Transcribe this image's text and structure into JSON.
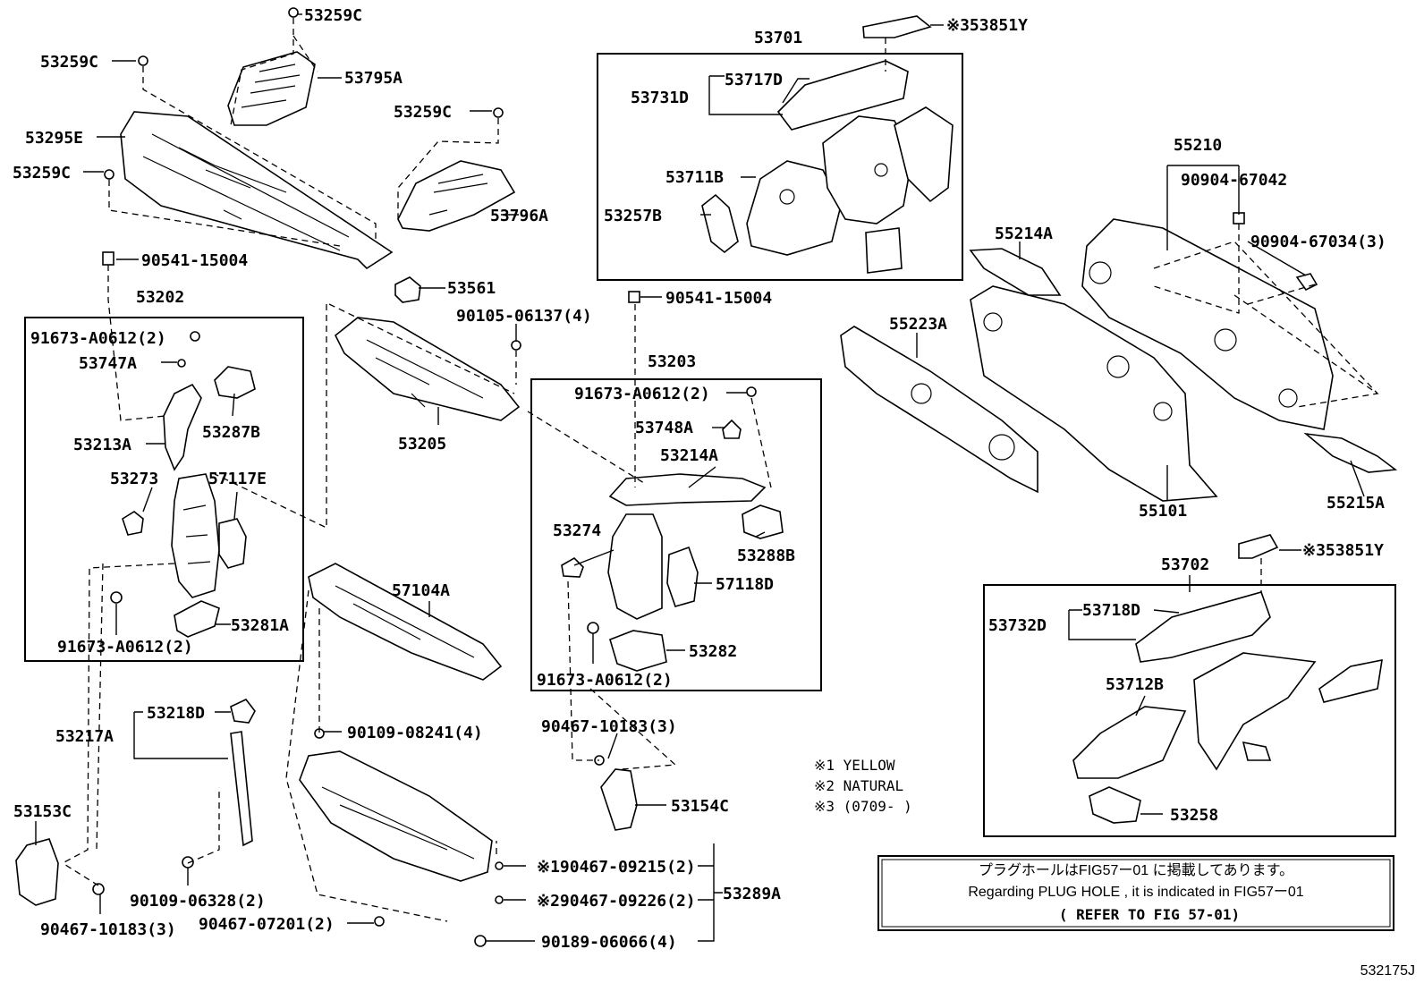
{
  "callouts": {
    "c53259C_top": "53259C",
    "c53259C_left": "53259C",
    "c53795A": "53795A",
    "c53295E": "53295E",
    "c53259C_left2": "53259C",
    "c53259C_mid": "53259C",
    "c53796A": "53796A",
    "c90541_left": "90541-15004",
    "c53202": "53202",
    "c91673_a": "91673-A0612(2)",
    "c53747A": "53747A",
    "c53213A": "53213A",
    "c53287B": "53287B",
    "c53273": "53273",
    "c57117E": "57117E",
    "c91673_b": "91673-A0612(2)",
    "c53281A": "53281A",
    "c53561": "53561",
    "c90105": "90105-06137(4)",
    "c53205": "53205",
    "c53701": "53701",
    "c53851Y_top": "※353851Y",
    "c53717D": "53717D",
    "c53731D": "53731D",
    "c53711B": "53711B",
    "c53257B": "53257B",
    "c90541_mid": "90541-15004",
    "c53203": "53203",
    "c91673_c": "91673-A0612(2)",
    "c53748A": "53748A",
    "c53214A": "53214A",
    "c53274": "53274",
    "c53288B": "53288B",
    "c57118D": "57118D",
    "c53282": "53282",
    "c91673_d": "91673-A0612(2)",
    "c57104A": "57104A",
    "c90109_08241": "90109-08241(4)",
    "c90467_10183_mid": "90467-10183(3)",
    "c53154C": "53154C",
    "c53218D": "53218D",
    "c53217A": "53217A",
    "c53153C": "53153C",
    "c90109_06328": "90109-06328(2)",
    "c90467_10183_left": "90467-10183(3)",
    "c90467_07201": "90467-07201(2)",
    "c90467_09215": "※190467-09215(2)",
    "c90467_09226": "※290467-09226(2)",
    "c53289A": "53289A",
    "c90189": "90189-06066(4)",
    "c55210": "55210",
    "c90904_67042": "90904-67042",
    "c90904_67034": "90904-67034(3)",
    "c55214A": "55214A",
    "c55223A": "55223A",
    "c55101": "55101",
    "c55215A": "55215A",
    "c53851Y_bot": "※353851Y",
    "c53702": "53702",
    "c53718D": "53718D",
    "c53732D": "53732D",
    "c53712B": "53712B",
    "c53258": "53258"
  },
  "legend": {
    "l1": "※1 YELLOW",
    "l2": "※2 NATURAL",
    "l3": "※3 (0709-      )"
  },
  "notice": {
    "jp": "プラグホールはFIG57ー01 に掲載してあります。",
    "en": "Regarding PLUG HOLE , it is indicated in FIG57ー01",
    "ref": "(   REFER TO FIG 57-01)"
  },
  "figure_id": "532175J"
}
